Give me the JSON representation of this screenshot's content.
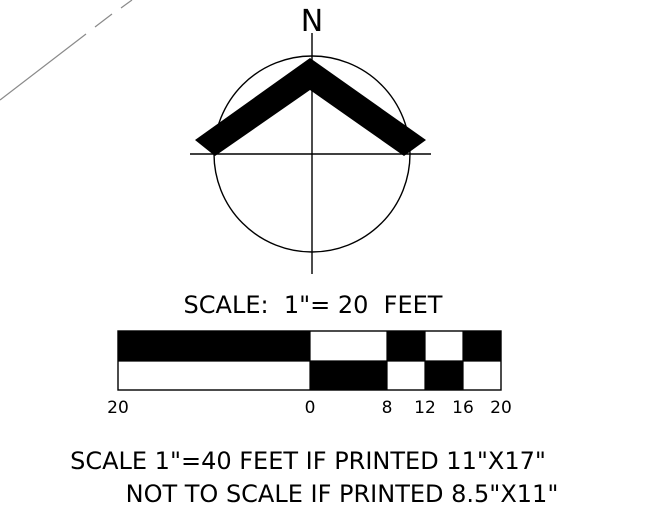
{
  "north_arrow": {
    "label": "N"
  },
  "scale_title": "SCALE:  1\"= 20  FEET",
  "scale_bar": {
    "left_label": "20",
    "tick_labels": [
      "0",
      "8",
      "12",
      "16",
      "20"
    ]
  },
  "notes": {
    "line1": "SCALE 1\"=40 FEET IF PRINTED 11\"X17\"",
    "line2": "NOT TO SCALE IF PRINTED 8.5\"X11\""
  },
  "colors": {
    "ink": "#000000",
    "paper": "#ffffff",
    "property_line": "#8a8a8a"
  }
}
